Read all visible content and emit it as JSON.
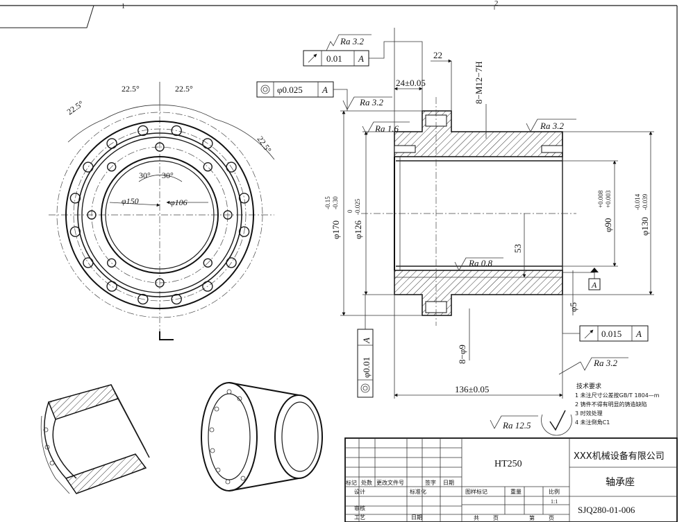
{
  "sheet": {
    "zone_1": "1",
    "zone_2": "2"
  },
  "front_view": {
    "angle_1": "22.5°",
    "angle_2": "22.5°",
    "angle_3": "22.5°",
    "angle_4": "22.5°",
    "angle_5": "30°",
    "angle_6": "30°",
    "dia_150": "φ150",
    "dia_106": "φ106"
  },
  "section_view": {
    "ra_top": "Ra 3.2",
    "runout_value": "0.01",
    "runout_datum": "A",
    "coax_value": "φ0.025",
    "coax_datum": "A",
    "ra_face": "Ra 3.2",
    "dim_24": "24±0.05",
    "dim_22": "22",
    "thread": "8−M12−7H",
    "ra_left": "Ra 1.6",
    "ra_right": "Ra 3.2",
    "dia_170": "φ170",
    "dia_170_tol_upper": "-0.15",
    "dia_170_tol_lower": "-0.30",
    "dia_126": "φ126",
    "dia_126_tol_upper": "0",
    "dia_126_tol_lower": "-0.025",
    "dia_90": "φ90",
    "dia_90_tol_upper": "+0.008",
    "dia_90_tol_lower": "+0.003",
    "dia_130": "φ130",
    "dia_130_tol_upper": "-0.014",
    "dia_130_tol_lower": "-0.039",
    "dim_53": "53",
    "ra_bore": "Ra 0.8",
    "datum_a": "A",
    "dim_5": "φ5",
    "runout2_value": "0.015",
    "runout2_datum": "A",
    "holes": "8−φ9",
    "ra_bottom": "Ra 3.2",
    "coax2_value": "φ0.01",
    "coax2_datum": "A",
    "dim_136": "136±0.05",
    "ra_general": "Ra 12.5"
  },
  "tech_notes": {
    "title": "技术要求",
    "items": [
      "1 未注尺寸公差按GB/T 1804—m",
      "2 铸件不得有明显的铸造缺陷",
      "3 时效处理",
      "4 未注倒角C1"
    ]
  },
  "title_block": {
    "material": "HT250",
    "company": "XXX机械设备有限公司",
    "part_name": "轴承座",
    "drawing_no": "SJQ280-01-006",
    "hdr_mark": "标记",
    "hdr_count": "处数",
    "hdr_change": "更改文件号",
    "hdr_sign": "签字",
    "hdr_date": "日期",
    "design": "设计",
    "standard": "标准化",
    "stage": "图样标记",
    "weight": "重量",
    "scale": "比例",
    "check": "审核",
    "process": "工艺",
    "date": "日期",
    "scale_value": "1:1",
    "total": "共",
    "sheet_page": "页",
    "sheet_no": "第",
    "sheet_page2": "页"
  }
}
